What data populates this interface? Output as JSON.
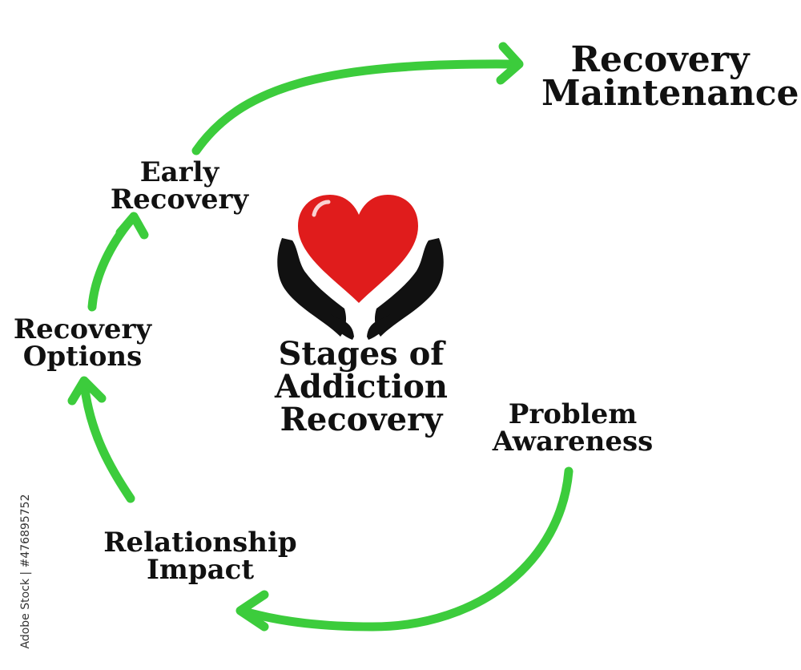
{
  "title": [
    "Stages of",
    "Addiction",
    "Recovery"
  ],
  "stages": {
    "maintenance": [
      "Recovery",
      "Maintenance"
    ],
    "early": [
      "Early",
      "Recovery"
    ],
    "options": [
      "Recovery",
      "Options"
    ],
    "relationship": [
      "Relationship",
      "Impact"
    ],
    "awareness": [
      "Problem",
      "Awareness"
    ]
  },
  "stock_id": "Adobe Stock | #476895752",
  "icons": {
    "center": "heart-in-hands-icon",
    "arrows": "curved-arrow-icon"
  },
  "colors": {
    "arrow": "#3ccc3c",
    "heart": "#e01c1c",
    "hands": "#111111",
    "text": "#111111"
  }
}
